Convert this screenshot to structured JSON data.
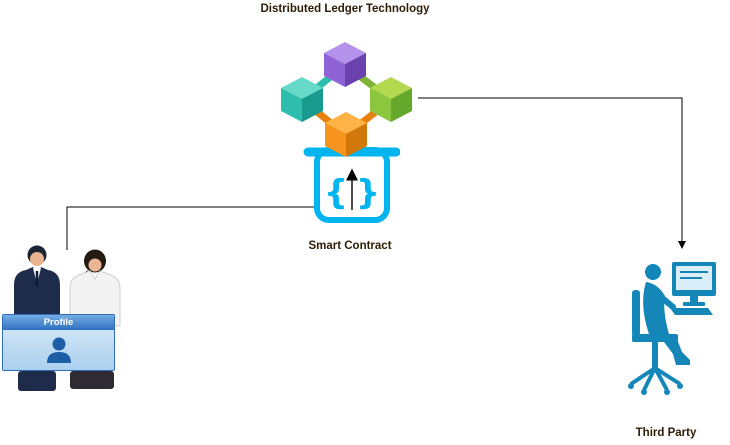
{
  "diagram": {
    "title": "Distributed Ledger Technology",
    "nodes": {
      "dlt_cluster": {
        "label": "Distributed Ledger Technology",
        "type": "blockchain-cube-cluster",
        "cubes": [
          {
            "name": "cube-top",
            "color": "#8f62d6"
          },
          {
            "name": "cube-left",
            "color": "#2fbdae"
          },
          {
            "name": "cube-right",
            "color": "#8cc63f"
          },
          {
            "name": "cube-bottom",
            "color": "#f7941d"
          }
        ]
      },
      "smart_contract": {
        "label": "Smart Contract",
        "type": "contract-icon",
        "glyph_left": "{",
        "glyph_right": "}"
      },
      "users": {
        "label": "Profile",
        "type": "two-people-with-profile-card"
      },
      "third_party": {
        "label": "Third Party",
        "type": "person-at-computer"
      }
    },
    "connections": [
      {
        "from": "users",
        "to": "smart_contract",
        "route": "up-then-right",
        "arrowhead": "up-into-contract"
      },
      {
        "from": "dlt_cluster",
        "to": "third_party",
        "route": "right-then-down",
        "arrowhead": "down"
      }
    ],
    "colors": {
      "cube_purple": "#8f62d6",
      "cube_purple_top": "#b491ea",
      "cube_purple_dark": "#6a41ad",
      "cube_teal": "#2fbdae",
      "cube_teal_top": "#66d9c9",
      "cube_teal_dark": "#189a8d",
      "cube_green": "#8cc63f",
      "cube_green_top": "#b3d94f",
      "cube_green_dark": "#66a82b",
      "cube_orange": "#f7941d",
      "cube_orange_top": "#ffb347",
      "cube_orange_dark": "#d2770a",
      "smart_contract_cyan": "#00b4ef",
      "arrow": "#000000",
      "suit_navy": "#1e2b4a",
      "profile_header_blue": "#2f6fc0",
      "profile_icon_blue": "#1d5fa6",
      "third_party_teal": "#1487b8",
      "label_text": "#2e1c05"
    }
  }
}
